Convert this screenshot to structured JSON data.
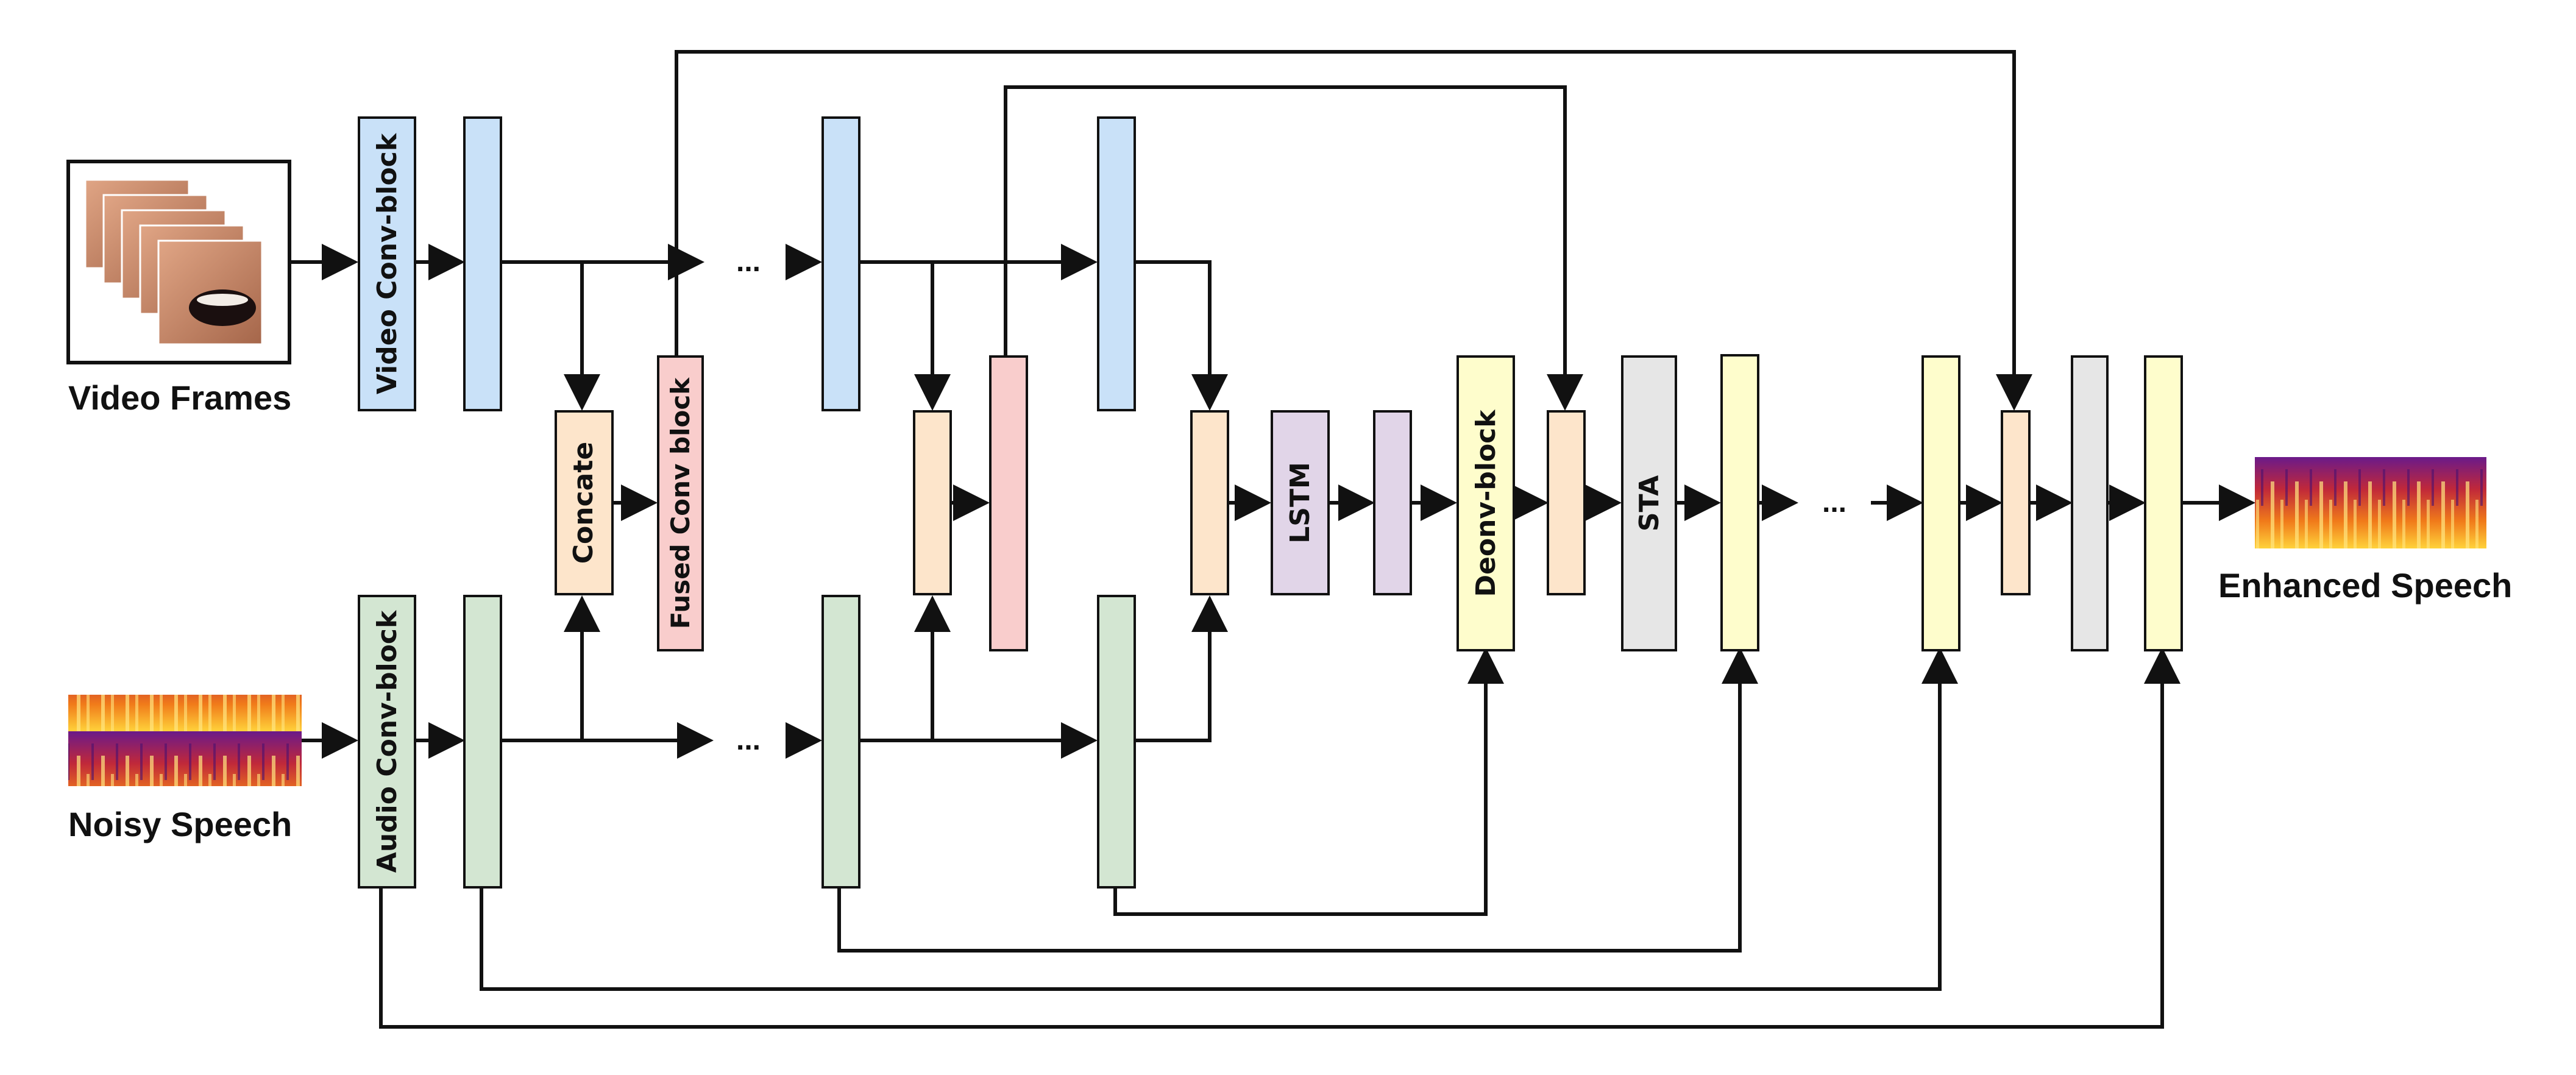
{
  "diagram": {
    "labels": {
      "video_frames": "Video Frames",
      "noisy_speech": "Noisy Speech",
      "enhanced_speech": "Enhanced Speech"
    },
    "blocks": {
      "video_conv": "Video Conv-block",
      "audio_conv": "Audio Conv-block",
      "concate": "Concate",
      "fused_conv": "Fused Conv block",
      "lstm": "LSTM",
      "deconv": "Deonv-block",
      "sta": "STA"
    },
    "ellipsis": "...",
    "colors": {
      "video_path": "#c9e1f8",
      "audio_path": "#d3e6d2",
      "fusion_concat": "#fde5cb",
      "fused_conv": "#f9cdcc",
      "lstm": "#e1d5e8",
      "decoder": "#fefdcc",
      "sta": "#e6e6e6",
      "line": "#111111"
    }
  }
}
